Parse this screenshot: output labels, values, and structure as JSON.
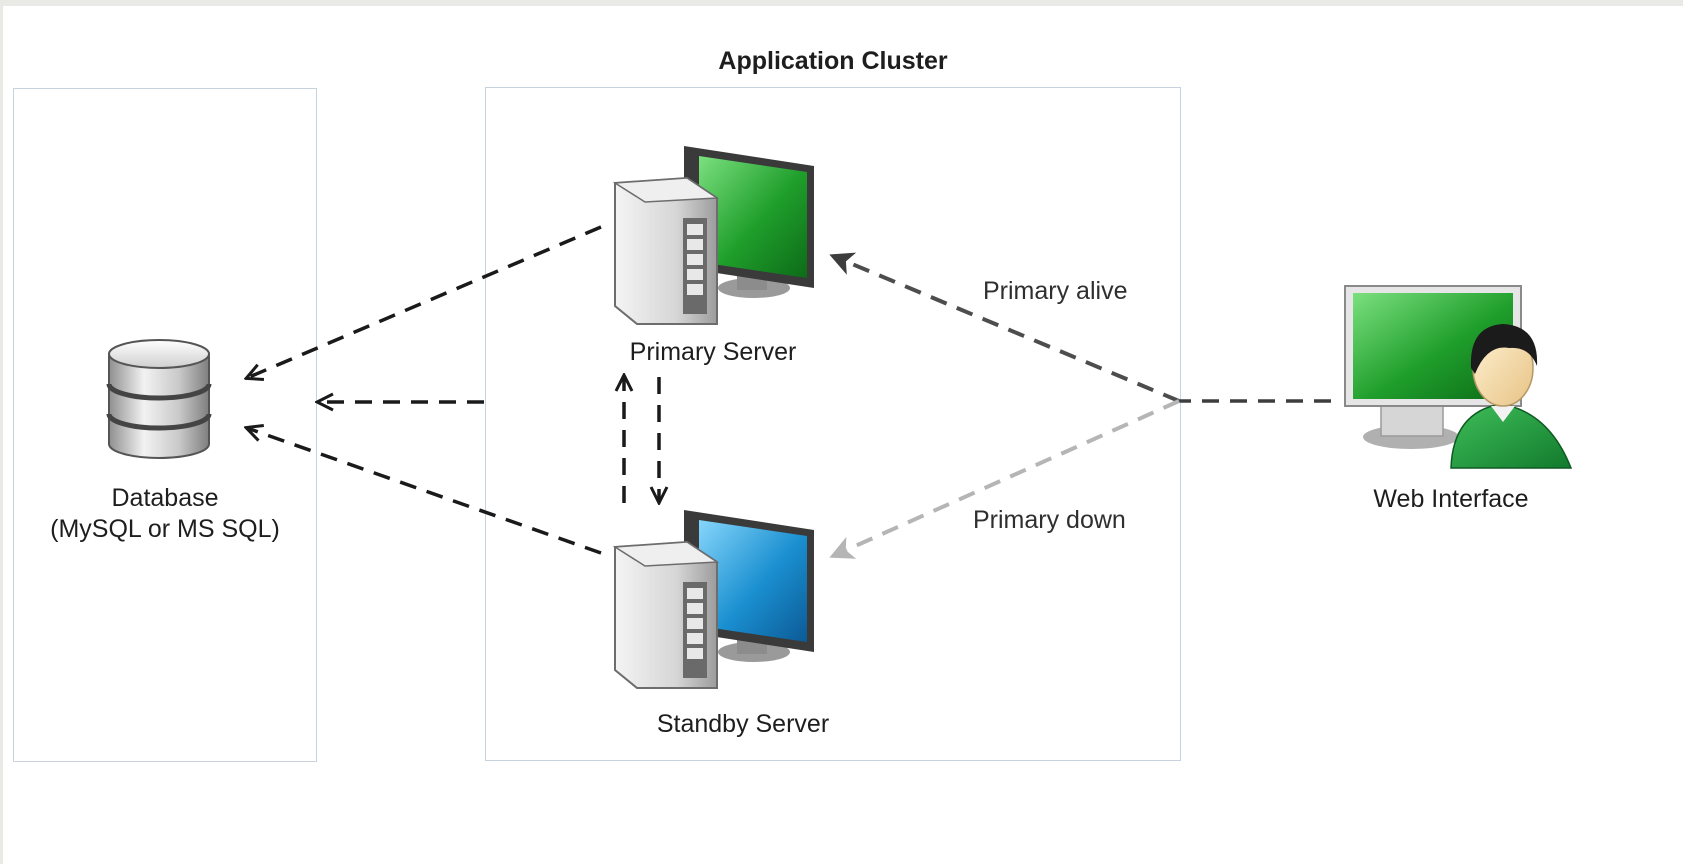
{
  "diagram": {
    "cluster": {
      "title": "Application Cluster"
    },
    "nodes": {
      "database": {
        "line1": "Database",
        "line2": "(MySQL or MS SQL)",
        "icon": "database-cylinder-icon"
      },
      "primary_server": {
        "label": "Primary Server",
        "icon": "server-computer-icon",
        "screen_color": "#1f9e2b"
      },
      "standby_server": {
        "label": "Standby Server",
        "icon": "server-computer-icon",
        "screen_color": "#1a8fd0"
      },
      "web_interface": {
        "label": "Web Interface",
        "icon": "user-workstation-icon",
        "screen_color": "#1f9e2b"
      }
    },
    "edges": {
      "primary_alive": "Primary alive",
      "primary_down": "Primary down"
    },
    "colors": {
      "arrow_dark": "#1a1a1a",
      "arrow_mid": "#4d4d4d",
      "arrow_light": "#b5b5b5",
      "panel_border": "#c7d3de"
    }
  }
}
